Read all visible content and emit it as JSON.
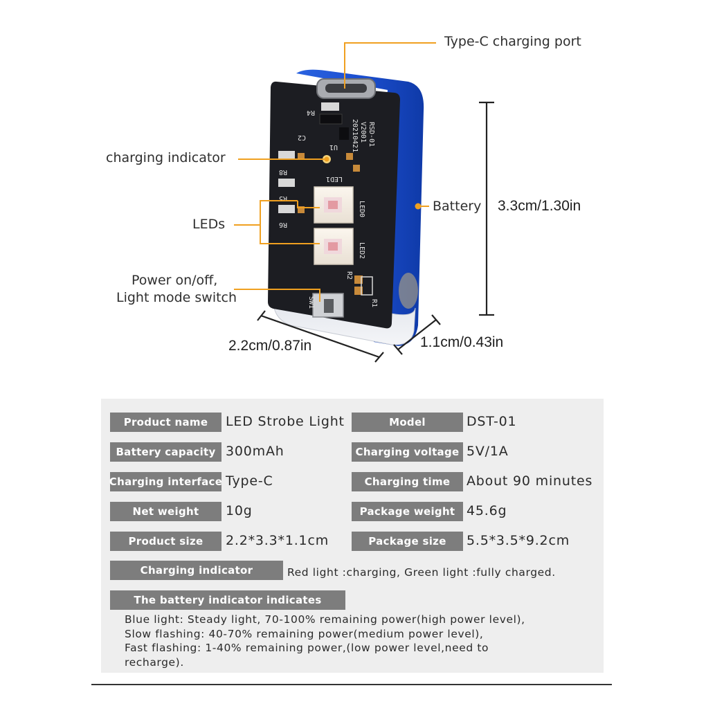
{
  "callouts": {
    "type_c_port": "Type-C charging port",
    "charging_indicator": "charging indicator",
    "leds": "LEDs",
    "power_line1": "Power on/off,",
    "power_line2": "Light mode switch",
    "battery": "Battery"
  },
  "dimensions": {
    "height": "3.3cm/1.30in",
    "width": "2.2cm/0.87in",
    "depth": "1.1cm/0.43in"
  },
  "pcb_silkscreen": {
    "r4": "R4",
    "c2": "C2",
    "u1": "U1",
    "r8": "R8",
    "r5": "R5",
    "r6": "R6",
    "led1": "LED1",
    "led0": "LED0",
    "led2": "LED2",
    "sw1": "SW1",
    "r1": "R1",
    "r2": "R2",
    "board_id": "RSD-01",
    "version": "V2001",
    "date": "20210421"
  },
  "specs": {
    "product_name": {
      "label": "Product name",
      "value": "LED Strobe Light"
    },
    "model": {
      "label": "Model",
      "value": "DST-01"
    },
    "battery_capacity": {
      "label": "Battery capacity",
      "value": "300mAh"
    },
    "charging_voltage": {
      "label": "Charging voltage",
      "value": "5V/1A"
    },
    "charging_interface": {
      "label": "Charging interface",
      "value": "Type-C"
    },
    "charging_time": {
      "label": "Charging time",
      "value": "About 90 minutes"
    },
    "net_weight": {
      "label": "Net weight",
      "value": "10g"
    },
    "package_weight": {
      "label": "Package weight",
      "value": "45.6g"
    },
    "product_size": {
      "label": "Product size",
      "value": "2.2*3.3*1.1cm"
    },
    "package_size": {
      "label": "Package size",
      "value": "5.5*3.5*9.2cm"
    },
    "charging_indicator": {
      "label": "Charging indicator",
      "value": "Red light :charging, Green light :fully charged."
    },
    "battery_indicator": {
      "label": "The battery indicator indicates",
      "lines": [
        "Blue light: Steady light, 70-100% remaining power(high power level),",
        "Slow flashing: 40-70% remaining power(medium power level),",
        "Fast flashing: 1-40% remaining power,(low power level,need to",
        "recharge)."
      ]
    }
  },
  "colors": {
    "callout_line": "#f0a020",
    "battery_blue": "#1c57d6",
    "pcb": "#1c1d22",
    "label_bg": "#7d7d7d",
    "panel_bg": "#eeeeee"
  }
}
